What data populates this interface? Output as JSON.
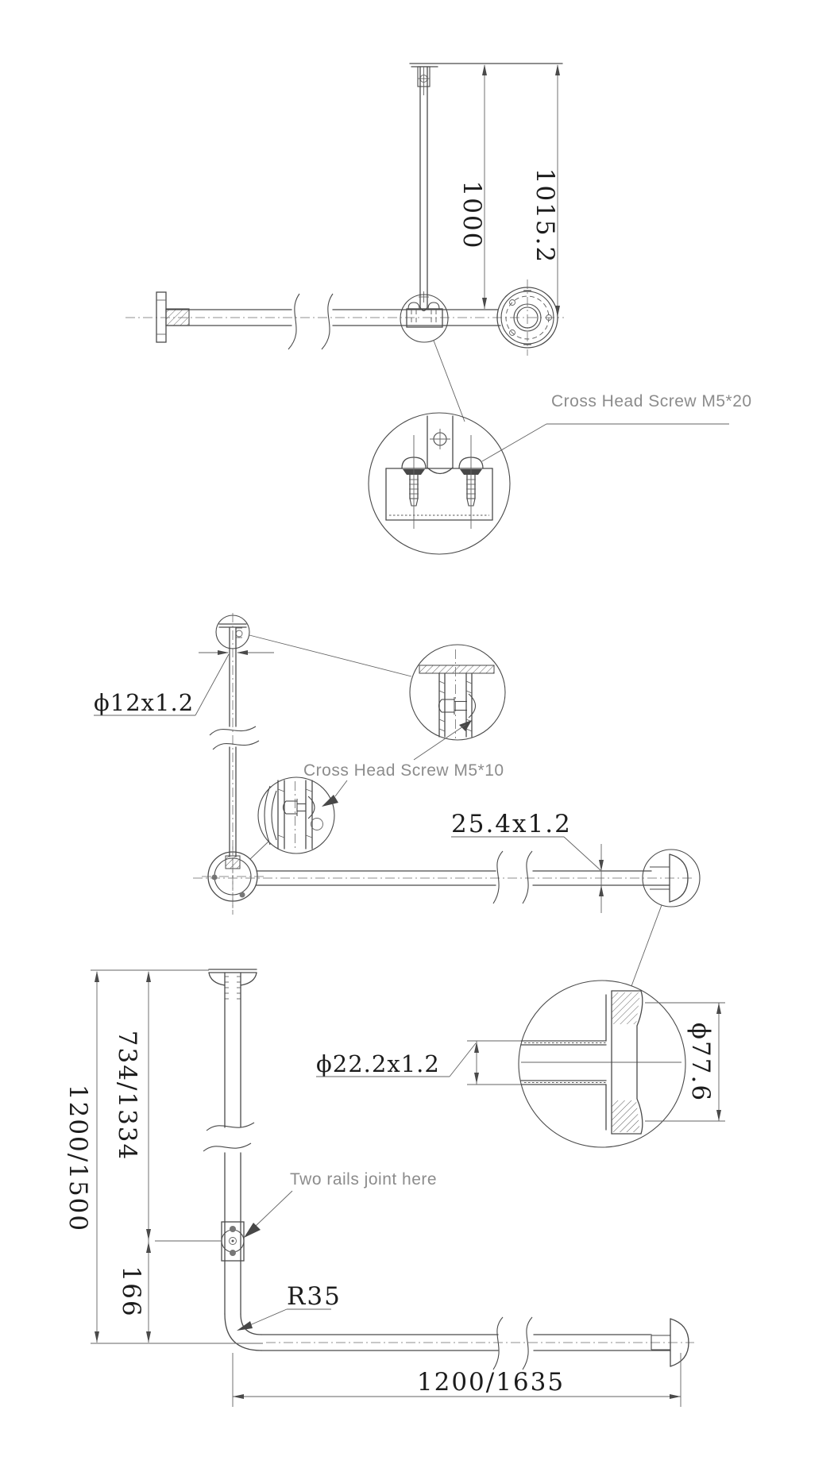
{
  "drawing": {
    "type": "technical-drawing",
    "subject": "L-shaped grab rail installation dimensions",
    "colors": {
      "line": "#4a4a4a",
      "dim_text": "#1c1c1c",
      "note_text": "#8c8c8c",
      "background": "#ffffff"
    },
    "top_view": {
      "dim_inner_height": "1000",
      "dim_outer_height": "1015.2",
      "note_screw": "Cross Head Screw M5*20"
    },
    "middle_view": {
      "dim_rod": "ϕ12x1.2",
      "note_screw": "Cross Head Screw M5*10",
      "dim_rail_tube": "25.4x1.2"
    },
    "flange_detail": {
      "dim_tube": "ϕ22.2x1.2",
      "dim_flange": "ϕ77.6"
    },
    "bottom_view": {
      "dim_total_height": "1200/1500",
      "dim_upper_height": "734/1334",
      "dim_joint_offset": "166",
      "dim_width": "1200/1635",
      "dim_corner_radius": "R35",
      "note_joint": "Two rails joint here"
    }
  }
}
